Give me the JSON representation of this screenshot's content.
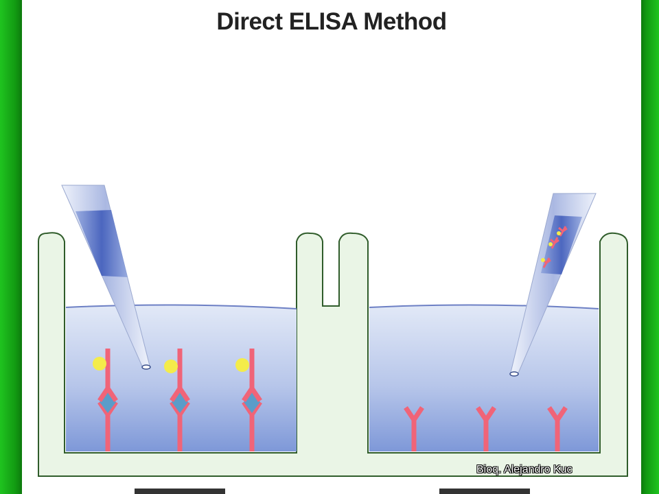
{
  "title": "Direct ELISA Method",
  "credit": "Bioq. Alejandro Kuc",
  "colors": {
    "frame_green": "#19b419",
    "well_fill": "#eaf5e6",
    "well_outline": "#2f5c2a",
    "liquid_top": "#dde5f6",
    "liquid_bottom": "#7e98d8",
    "antibody": "#f06478",
    "antigen": "#5a9cc9",
    "label_dot": "#f4ec4a"
  },
  "wells": [
    {
      "name": "left-well",
      "content": "antibody-antigen complexes"
    },
    {
      "name": "right-well",
      "content": "unbound antibodies"
    }
  ]
}
